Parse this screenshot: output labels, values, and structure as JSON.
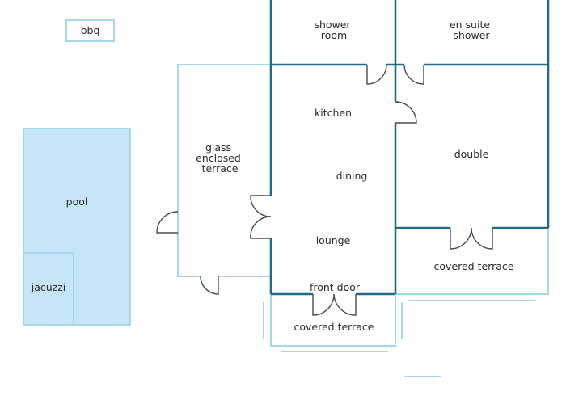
{
  "labels": {
    "bbq": "bbq",
    "shower_room": [
      "shower",
      "room"
    ],
    "en_suite_shower": [
      "en suite",
      "shower"
    ],
    "kitchen": "kitchen",
    "dining": "dining",
    "lounge": "lounge",
    "double": "double",
    "glass_terrace": [
      "glass",
      "enclosed",
      "terrace"
    ],
    "pool": "pool",
    "jacuzzi": "jacuzzi",
    "front_door": "front door",
    "covered_terrace_front": "covered terrace",
    "covered_terrace_side": "covered terrace"
  },
  "colors": {
    "interior_wall": "#1f6b8a",
    "exterior_outline": "#a7d6ec",
    "water_fill": "#c4e6f8",
    "door": "#4a4a4a",
    "text": "#2b2b2b"
  }
}
